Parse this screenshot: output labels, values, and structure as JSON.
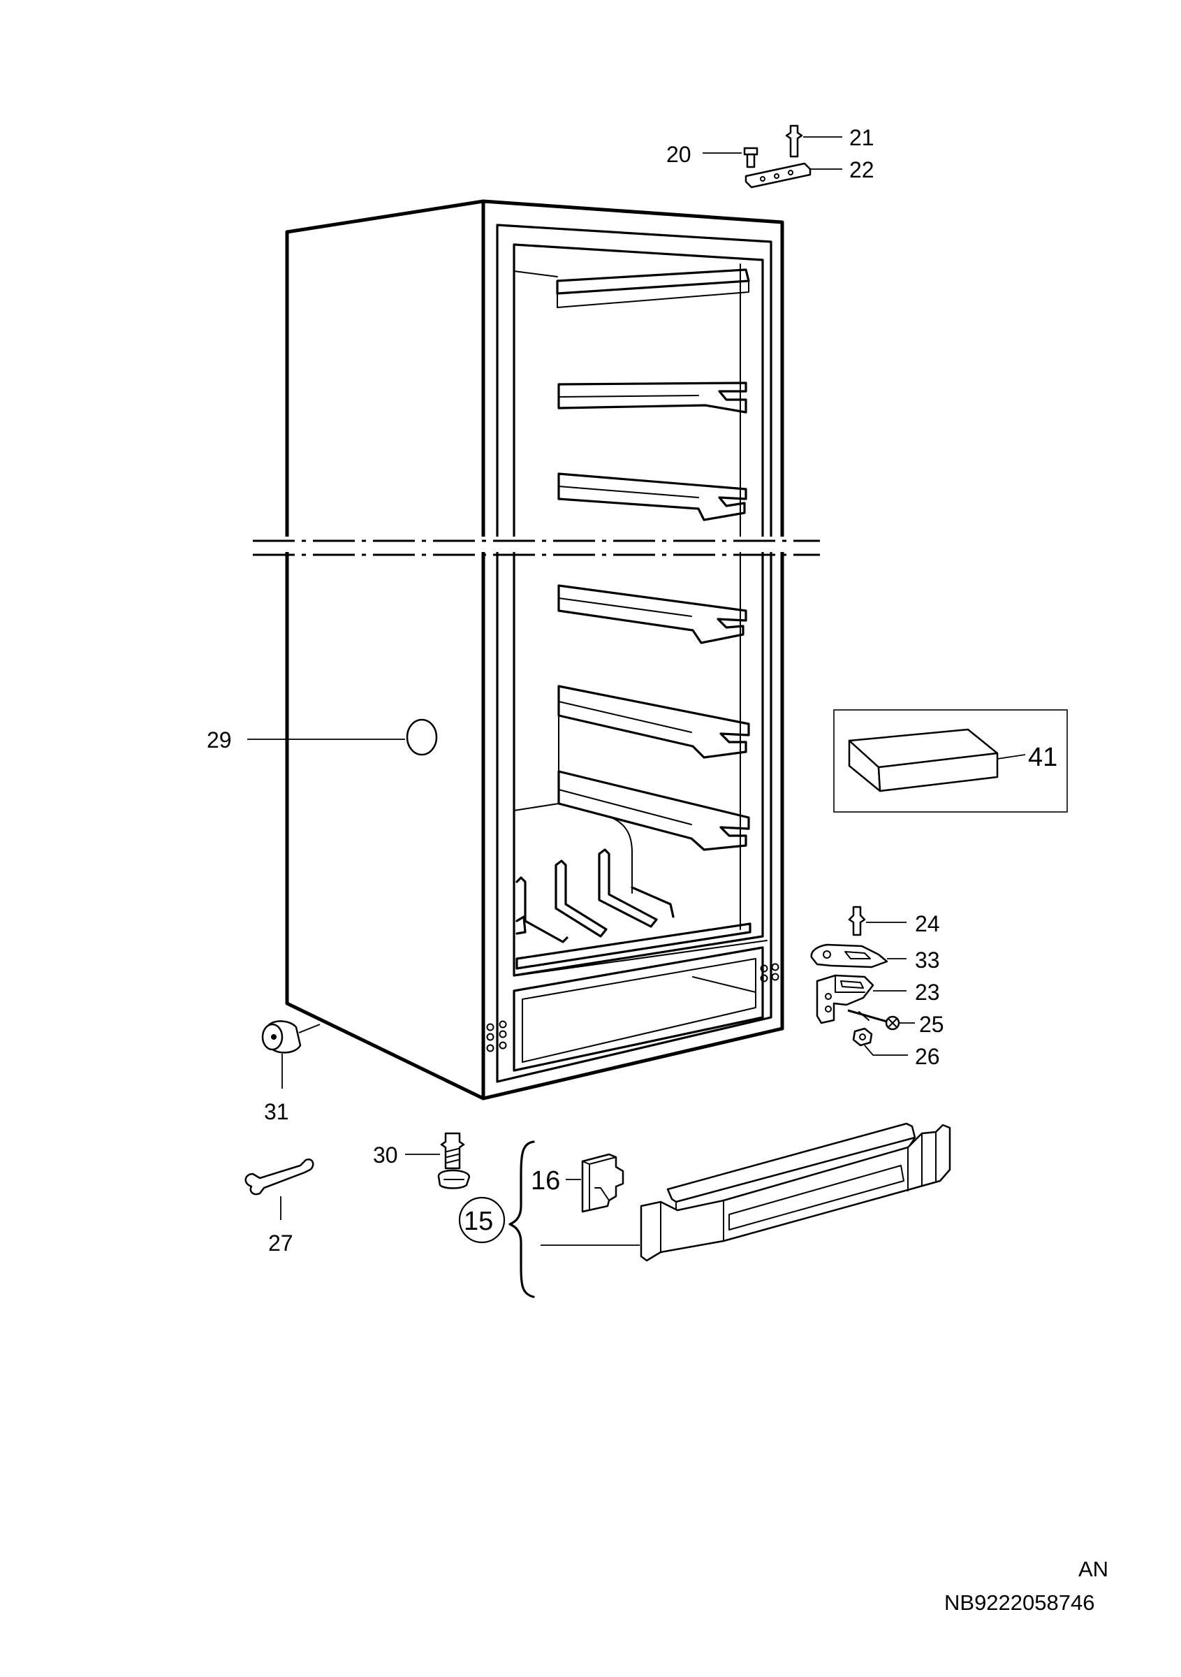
{
  "diagram": {
    "callouts": [
      {
        "id": "20",
        "label": "20"
      },
      {
        "id": "21",
        "label": "21"
      },
      {
        "id": "22",
        "label": "22"
      },
      {
        "id": "24",
        "label": "24"
      },
      {
        "id": "33",
        "label": "33"
      },
      {
        "id": "23",
        "label": "23"
      },
      {
        "id": "25",
        "label": "25"
      },
      {
        "id": "26",
        "label": "26"
      },
      {
        "id": "29",
        "label": "29"
      },
      {
        "id": "41",
        "label": "41"
      },
      {
        "id": "31",
        "label": "31"
      },
      {
        "id": "30",
        "label": "30"
      },
      {
        "id": "16",
        "label": "16"
      },
      {
        "id": "15",
        "label": "15"
      },
      {
        "id": "27",
        "label": "27"
      }
    ]
  },
  "footer": {
    "line1": "AN",
    "line2": "NB9222058746"
  }
}
